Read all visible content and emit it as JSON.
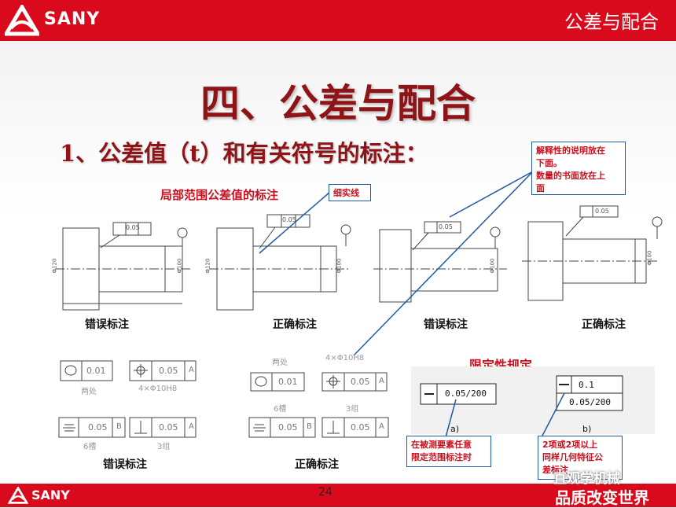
{
  "header": {
    "brand": "SANY",
    "section_title": "公差与配合"
  },
  "main_title": "四、公差与配合",
  "subtitle": "1、公差值（t）和有关符号的标注：",
  "label_local": "局部范围公差值的标注",
  "label_limit": "限定性规定",
  "callouts": {
    "thin_line": "细实线",
    "explain_line1": "解释性的说明放在",
    "explain_line2": "下面。",
    "explain_line3": "数量的书面放在上",
    "explain_line4": "面",
    "arbitrary_line1": "在被测要素任意",
    "arbitrary_line2": "限定范围标注时",
    "multi_line1": "2项或2项以上",
    "multi_line2": "同样几何特征公",
    "multi_line3": "差标注"
  },
  "captions": {
    "wrong1": "错误标注",
    "right1": "正确标注",
    "wrong2": "错误标注",
    "right2": "正确标注",
    "wrong3": "错误标注",
    "right3": "正确标注"
  },
  "drawing_text": {
    "val_005": "0.05",
    "val_001": "0.01",
    "val_0_1": "0.1",
    "val_005_200": "0.05/200",
    "datum_A": "A",
    "datum_B": "B",
    "two_places": "两处",
    "holes": "4×Φ10H8",
    "six_slots": "6槽",
    "three_groups": "3组",
    "label_a": "a)",
    "label_b": "b)",
    "dia120": "Φ120",
    "dia100": "Φ100"
  },
  "footer": {
    "brand": "SANY",
    "page": "24",
    "tagline": "品质改变世界",
    "watermark": "直观学机械"
  },
  "colors": {
    "brand_red": "#d90a1b",
    "title_red": "#8e1418",
    "callout_blue": "#1f5aa6"
  }
}
